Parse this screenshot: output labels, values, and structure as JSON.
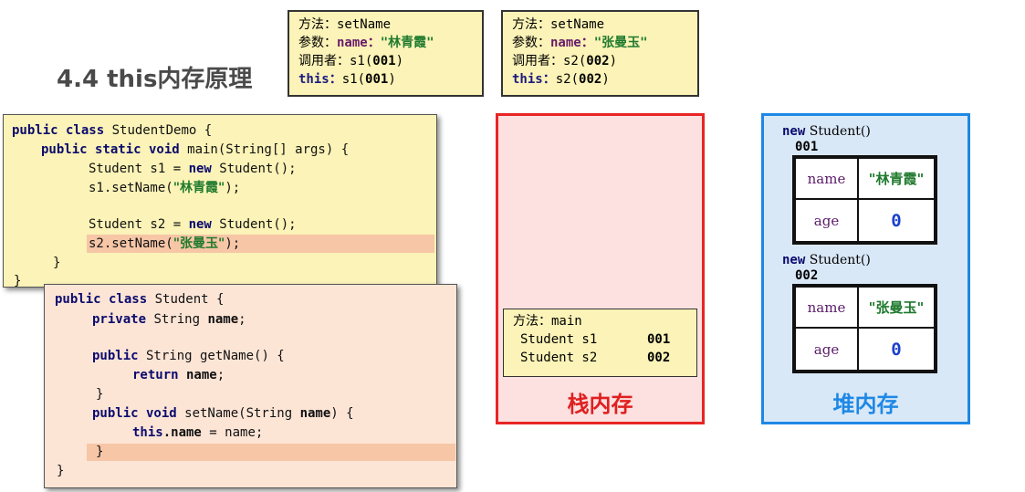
{
  "title": "4.4 this内存原理",
  "method_boxes": [
    {
      "method_label": "方法：",
      "method_name": "setName",
      "param_label": "参数：",
      "param_name": "name：",
      "param_value": "\"林青霞\"",
      "caller_label": "调用者：",
      "caller_value": "s1(",
      "caller_addr": "001",
      "caller_end": ")",
      "this_label": "this：",
      "this_value": "s1(",
      "this_addr": "001",
      "this_end": ")"
    },
    {
      "method_label": "方法：",
      "method_name": "setName",
      "param_label": "参数：",
      "param_name": "name：",
      "param_value": "\"张曼玉\"",
      "caller_label": "调用者：",
      "caller_value": "s2(",
      "caller_addr": "002",
      "caller_end": ")",
      "this_label": "this：",
      "this_value": "s2(",
      "this_addr": "002",
      "this_end": ")"
    }
  ],
  "code_demo": {
    "l1_kw": "public class",
    "l1_rest": " StudentDemo {",
    "l2_kw": "public static void",
    "l2_rest": " main(String[] args) {",
    "l3_a": "Student s1 = ",
    "l3_kw": "new",
    "l3_b": " Student();",
    "l4_a": "s1.setName(",
    "l4_s": "\"林青霞\"",
    "l4_b": ");",
    "l5_a": "Student s2 = ",
    "l5_kw": "new",
    "l5_b": " Student();",
    "l6_a": "s2.setName(",
    "l6_s": "\"张曼玉\"",
    "l6_b": ");",
    "l7": "}",
    "l8": "}"
  },
  "code_student": {
    "l1_kw": "public class",
    "l1_rest": " Student {",
    "l2_kw": "private",
    "l2_rest": " String ",
    "l2_b": "name",
    "l2_end": ";",
    "l3_kw": "public",
    "l3_rest": " String getName() {",
    "l4_kw": "return",
    "l4_b": " name",
    "l4_end": ";",
    "l5": "}",
    "l6_kw": "public void",
    "l6_rest": " setName(String ",
    "l6_b": "name",
    "l6_end": ") {",
    "l7_kw": "this",
    "l7_b": ".name",
    "l7_rest": " = name;",
    "l8": "}",
    "l9": "}"
  },
  "stack": {
    "method_label": "方法：",
    "method_name": "main",
    "vars": [
      {
        "decl": "Student s1",
        "addr": "001"
      },
      {
        "decl": "Student s2",
        "addr": "002"
      }
    ],
    "label": "栈内存"
  },
  "heap": {
    "objects": [
      {
        "new_kw": "new",
        "ctor": "Student()",
        "id": "001",
        "fields": [
          {
            "name": "name",
            "value": "\"林青霞\""
          },
          {
            "name": "age",
            "value": "0"
          }
        ]
      },
      {
        "new_kw": "new",
        "ctor": "Student()",
        "id": "002",
        "fields": [
          {
            "name": "name",
            "value": "\"张曼玉\""
          },
          {
            "name": "age",
            "value": "0"
          }
        ]
      }
    ],
    "label": "堆内存"
  },
  "colors": {
    "stack_border": "#e82525",
    "heap_border": "#1e88e5",
    "note_bg": "#fbf3b7",
    "code2_bg": "#fde5d6",
    "highlight": "#f6c6a6"
  }
}
